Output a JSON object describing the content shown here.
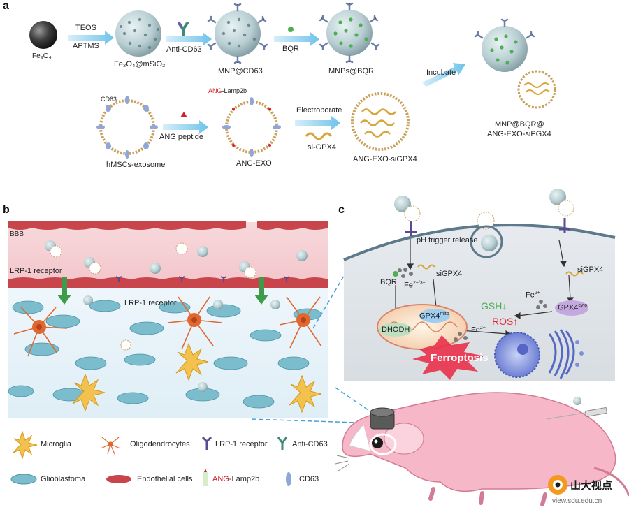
{
  "panel_letters": {
    "a": "a",
    "b": "b",
    "c": "c"
  },
  "panel_a": {
    "fe3o4": "Fe₃O₄",
    "step1_top": "TEOS",
    "step1_bottom": "APTMS",
    "fe3o4_msio2": "Fe₃O₄@mSiO₂",
    "step2": "Anti-CD63",
    "mnp_cd63": "MNP@CD63",
    "step3": "BQR",
    "mnps_bqr": "MNPs@BQR",
    "incubate": "Incubate",
    "cd63_label": "CD63",
    "hmscs_exosome": "hMSCs-exosome",
    "ang_peptide": "ANG peptide",
    "ang_lamp_ang": "ANG",
    "ang_lamp_rest": "-Lamp2b",
    "ang_exo": "ANG-EXO",
    "electroporate": "Electroporate",
    "si_gpx4": "si-GPX4",
    "ang_exo_sigpx4": "ANG-EXO-siGPX4",
    "final_line1": "MNP@BQR@",
    "final_line2": "ANG-EXO-siPGX4"
  },
  "panel_b": {
    "bbb": "BBB",
    "lrp1_left": "LRP-1 receptor",
    "lrp1_mid": "LRP-1 receptor"
  },
  "panel_c": {
    "ph_release": "pH trigger release",
    "bqr": "BQR",
    "fe_main": "Fe",
    "fe_sup": "2+/3+",
    "sigpx4_a": "siGPX4",
    "sigpx4_b": "siGPX4",
    "fe2_right_main": "Fe",
    "fe2_right_sup": "2+",
    "gpx4_mito_main": "GPX4",
    "gpx4_mito_sup": "mito",
    "gpx4_cyto_main": "GPX4",
    "gpx4_cyto_sup": "cyto",
    "gsh": "GSH↓",
    "ros": "ROS↑",
    "dhodh": "DHODH",
    "fe2_mid_main": "Fe",
    "fe2_mid_sup": "2+",
    "ferroptosis": "Ferroptosis"
  },
  "legend": {
    "microglia": "Microglia",
    "oligodendrocytes": "Oligodendrocytes",
    "lrp1_receptor": "LRP-1 receptor",
    "anti_cd63": "Anti-CD63",
    "glioblastoma": "Glioblastoma",
    "endothelial": "Endothelial cells",
    "ang_lamp_ang": "ANG",
    "ang_lamp_rest": "-Lamp2b",
    "cd63": "CD63"
  },
  "watermark": {
    "text": "山大视点",
    "url": "view.sdu.edu.cn"
  },
  "colors": {
    "arrow_blue": "#7cc8ec",
    "vessel_red": "#c9454c",
    "tumor_teal": "#7bbccd",
    "oligo_orange": "#e0682f",
    "microglia_yellow": "#f2c14e",
    "ferroptosis_red": "#e8314a",
    "gsh_green": "#4caf50",
    "ros_red": "#e02835",
    "mouse_pink": "#f6b7c8"
  }
}
